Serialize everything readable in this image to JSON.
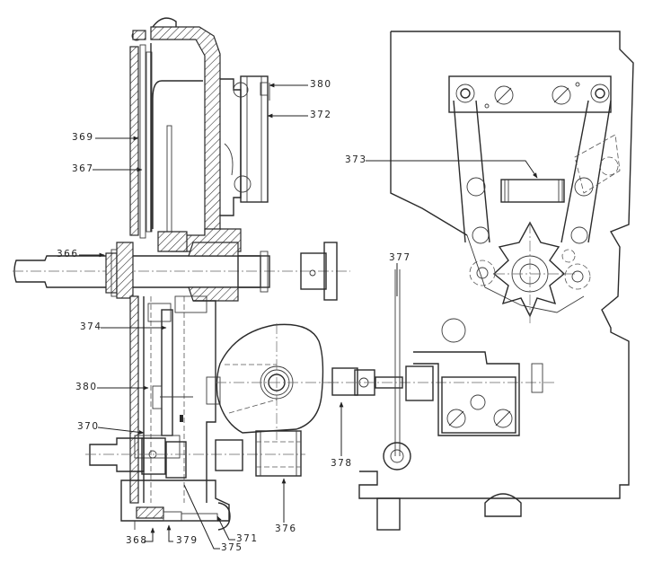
{
  "figure": {
    "type": "mechanical cross-section drawing",
    "background": "#ffffff",
    "ink": "#2a2a2a"
  },
  "callouts": {
    "c380_top": "380",
    "c372": "372",
    "c369": "369",
    "c367": "367",
    "c373": "373",
    "c366": "366",
    "c377": "377",
    "c374": "374",
    "c380_mid": "380",
    "c370": "370",
    "c378": "378",
    "c376": "376",
    "c368": "368",
    "c379": "379",
    "c375": "375",
    "c371": "371"
  }
}
